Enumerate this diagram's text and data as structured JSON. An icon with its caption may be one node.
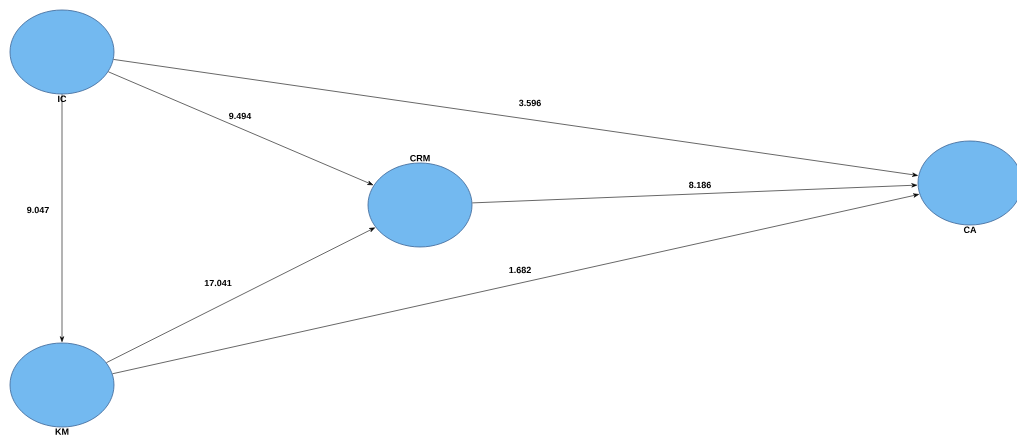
{
  "diagram": {
    "nodes": [
      {
        "text": [
          "IC"
        ]
      },
      {
        "text": [
          "KM"
        ]
      },
      {
        "text": [
          "CRM"
        ]
      },
      {
        "text": [
          "CA"
        ]
      }
    ],
    "edges": [
      {
        "from": 0,
        "to": 3,
        "arrow": "to",
        "label": "3.596"
      },
      {
        "from": 0,
        "to": 2,
        "arrow": "to",
        "label": "9.494"
      },
      {
        "from": 0,
        "to": 1,
        "arrow": "to",
        "label": "9.047"
      },
      {
        "from": 1,
        "to": 2,
        "arrow": "to",
        "label": "17.041"
      },
      {
        "from": 2,
        "to": 3,
        "arrow": "to",
        "label": "8.186"
      },
      {
        "from": 1,
        "to": 3,
        "arrow": "to",
        "label": "1.682"
      }
    ]
  }
}
